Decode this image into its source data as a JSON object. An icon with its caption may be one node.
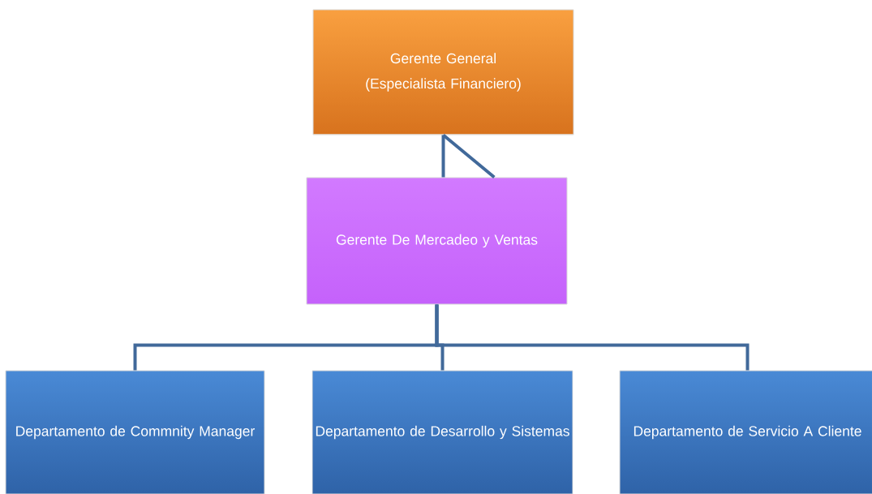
{
  "diagram": {
    "nodes": [
      {
        "text": [
          "Gerente General",
          "(Especialista Financiero)"
        ]
      },
      {
        "text": [
          "Gerente De Mercadeo y Ventas"
        ]
      },
      {
        "text": [
          "Departamento de Commnity Manager"
        ]
      },
      {
        "text": [
          "Departamento de Desarrollo y Sistemas"
        ]
      },
      {
        "text": [
          "Departamento de Servicio A Cliente"
        ]
      }
    ],
    "edges": [
      {
        "from": 0,
        "to": 1,
        "arrow": "none"
      },
      {
        "from": 0,
        "to": 1,
        "arrow": "none"
      },
      {
        "from": 1,
        "to": 2,
        "arrow": "none"
      },
      {
        "from": 1,
        "to": 3,
        "arrow": "none"
      },
      {
        "from": 1,
        "to": 4,
        "arrow": "none"
      }
    ]
  }
}
